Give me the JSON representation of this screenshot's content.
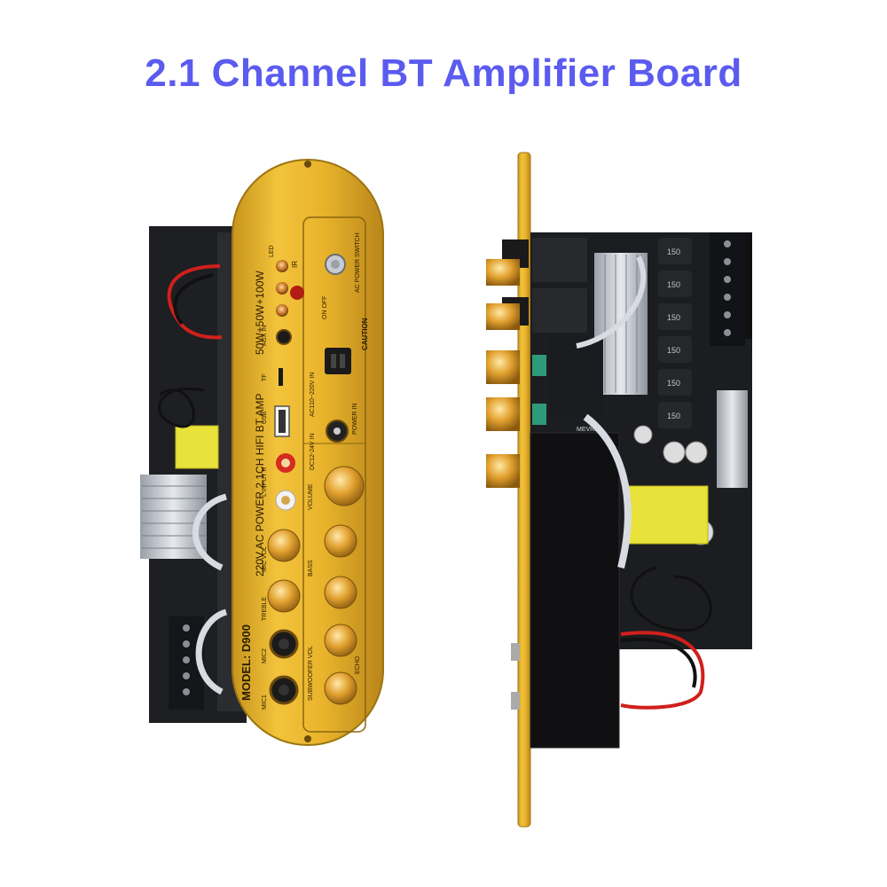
{
  "title": "2.1 Channel BT Amplifier Board",
  "panel": {
    "model_line": "MODEL: D900",
    "power_line": "220V AC POWER 2.1CH HIFI BT AMP",
    "watts_line": "50W+50W+100W",
    "led": "LED",
    "ir": "IR",
    "aux_in": "AUX IN",
    "tf": "TF",
    "usb": "USB",
    "input_lr": "L INPUT R",
    "volume": "VOLUME",
    "mic_vol": "MIC VOL",
    "treble": "TREBLE",
    "bass": "BASS",
    "subwoofer_vol": "SUBWOOFER VOL",
    "echo": "ECHO",
    "mic1": "MIC1",
    "mic2": "MIC2",
    "ac_in": "AC110~220V IN",
    "dc_in": "DC12-24V IN",
    "power_in": "POWER IN",
    "ac_switch": "AC POWER SWITCH",
    "caution": "CAUTION",
    "on_off": "ON OFF"
  },
  "side_board": {
    "inductor_label": "150",
    "pcb_label": "MEVR2"
  }
}
